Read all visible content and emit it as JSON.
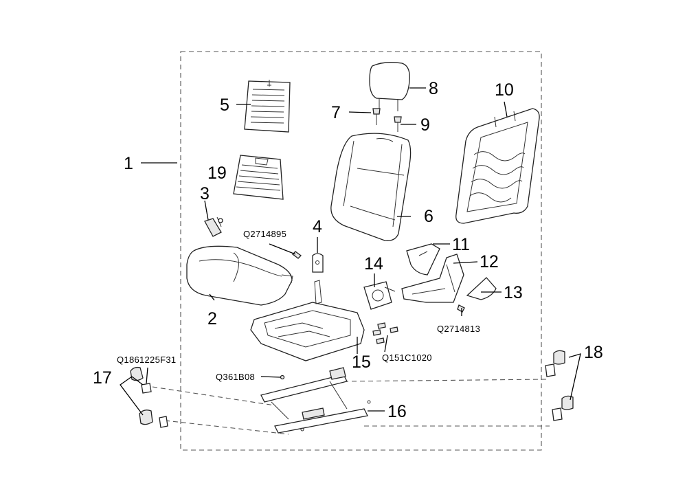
{
  "callouts": {
    "c1": "1",
    "c2": "2",
    "c3": "3",
    "c4": "4",
    "c5": "5",
    "c6": "6",
    "c7": "7",
    "c8": "8",
    "c9": "9",
    "c10": "10",
    "c11": "11",
    "c12": "12",
    "c13": "13",
    "c14": "14",
    "c15": "15",
    "c16": "16",
    "c17": "17",
    "c18": "18",
    "c19": "19"
  },
  "part_numbers": {
    "p_q2714895": "Q2714895",
    "p_q2714813": "Q2714813",
    "p_q151c1020": "Q151C1020",
    "p_q361b08": "Q361B08",
    "p_q1861225f31": "Q1861225F31"
  }
}
